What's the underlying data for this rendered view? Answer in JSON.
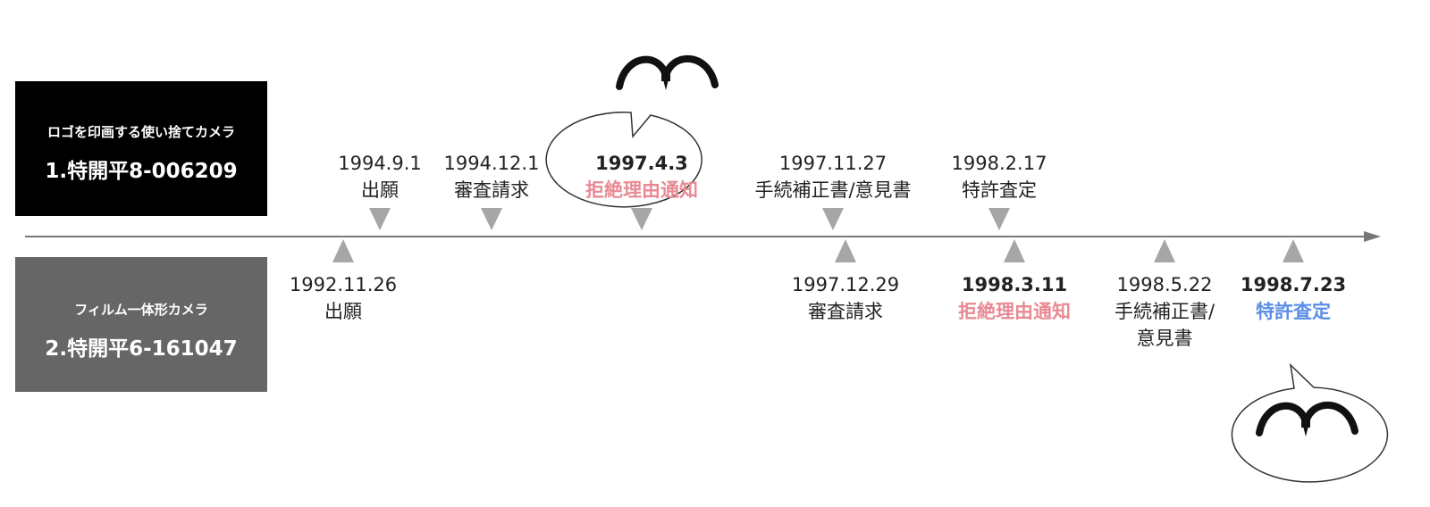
{
  "patents": [
    {
      "title": "ロゴを印画する使い捨てカメラ",
      "number": "1.特開平8-006209"
    },
    {
      "title": "フィルム一体形カメラ",
      "number": "2.特開平6-161047"
    }
  ],
  "colors": {
    "box1_bg": "#000000",
    "box2_bg": "#666666",
    "rejection": "#e88a94",
    "grant": "#5b8ee6",
    "marker": "#a6a6a6",
    "axis": "#777777"
  },
  "top_events": [
    {
      "date": "1994.9.1",
      "label": "出願",
      "emphasis": "normal"
    },
    {
      "date": "1994.12.1",
      "label": "審査請求",
      "emphasis": "normal"
    },
    {
      "date": "1997.4.3",
      "label": "拒絶理由通知",
      "emphasis": "rejection"
    },
    {
      "date": "1997.11.27",
      "label": "手続補正書/意見書",
      "emphasis": "normal"
    },
    {
      "date": "1998.2.17",
      "label": "特許査定",
      "emphasis": "normal"
    }
  ],
  "bottom_events": [
    {
      "date": "1992.11.26",
      "label": "出願",
      "emphasis": "normal"
    },
    {
      "date": "1997.12.29",
      "label": "審査請求",
      "emphasis": "normal"
    },
    {
      "date": "1998.3.11",
      "label": "拒絶理由通知",
      "emphasis": "rejection"
    },
    {
      "date": "1998.5.22",
      "label": "手続補正書/\n意見書",
      "emphasis": "normal"
    },
    {
      "date": "1998.7.23",
      "label": "特許査定",
      "emphasis": "grant"
    }
  ]
}
